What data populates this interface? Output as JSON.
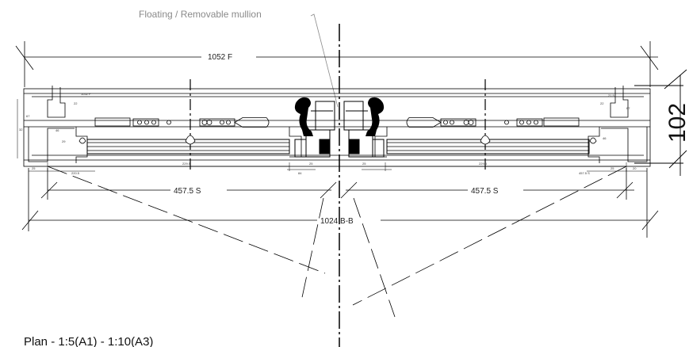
{
  "drawing": {
    "callout": "Floating / Removable mullion",
    "overall_dimension": "1052 F",
    "height_dimension": "102",
    "left_sash_dimension": "457.5 S",
    "right_sash_dimension": "457.5 S",
    "bottom_dimension": "1024 B-B",
    "title": "Plan - 1:5(A1) - 1:10(A3)",
    "small_dims": {
      "d1": "1052 F",
      "d2": "67",
      "d3": "22",
      "d4": "32",
      "d5": "46",
      "d6": "29",
      "d7": "25",
      "d8": "220.5",
      "d9": "229.5",
      "d10": "84",
      "d11": "25",
      "d12": "25",
      "d13": "229.5",
      "d14": "457.5 S",
      "d15": "25",
      "d16": "20",
      "d17": "67",
      "d18": "22",
      "d19": "46",
      "d20": "21.5"
    }
  }
}
